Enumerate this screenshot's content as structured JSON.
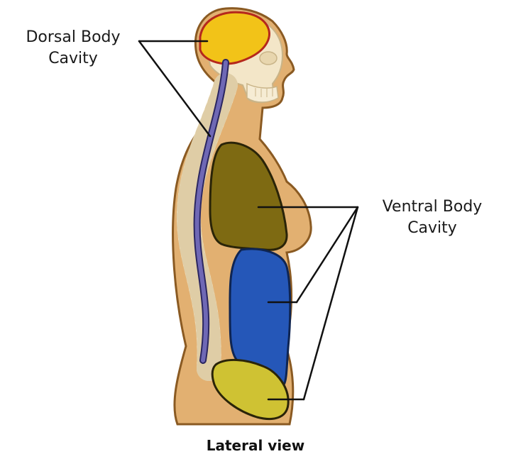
{
  "labels": {
    "dorsal": [
      "Dorsal Body",
      "Cavity"
    ],
    "ventral": [
      "Ventral Body",
      "Cavity"
    ]
  },
  "caption": "Lateral view",
  "colors": {
    "skin": "#e2b071",
    "skin_outline": "#8a5a22",
    "bone": "#f3e6c8",
    "brain_cavity": "#f2c318",
    "spinal_canal": "#6f68b5",
    "thoracic_cavity": "#7e6a12",
    "abdominal_cavity": "#2557b8",
    "pelvic_cavity": "#cfc233"
  }
}
